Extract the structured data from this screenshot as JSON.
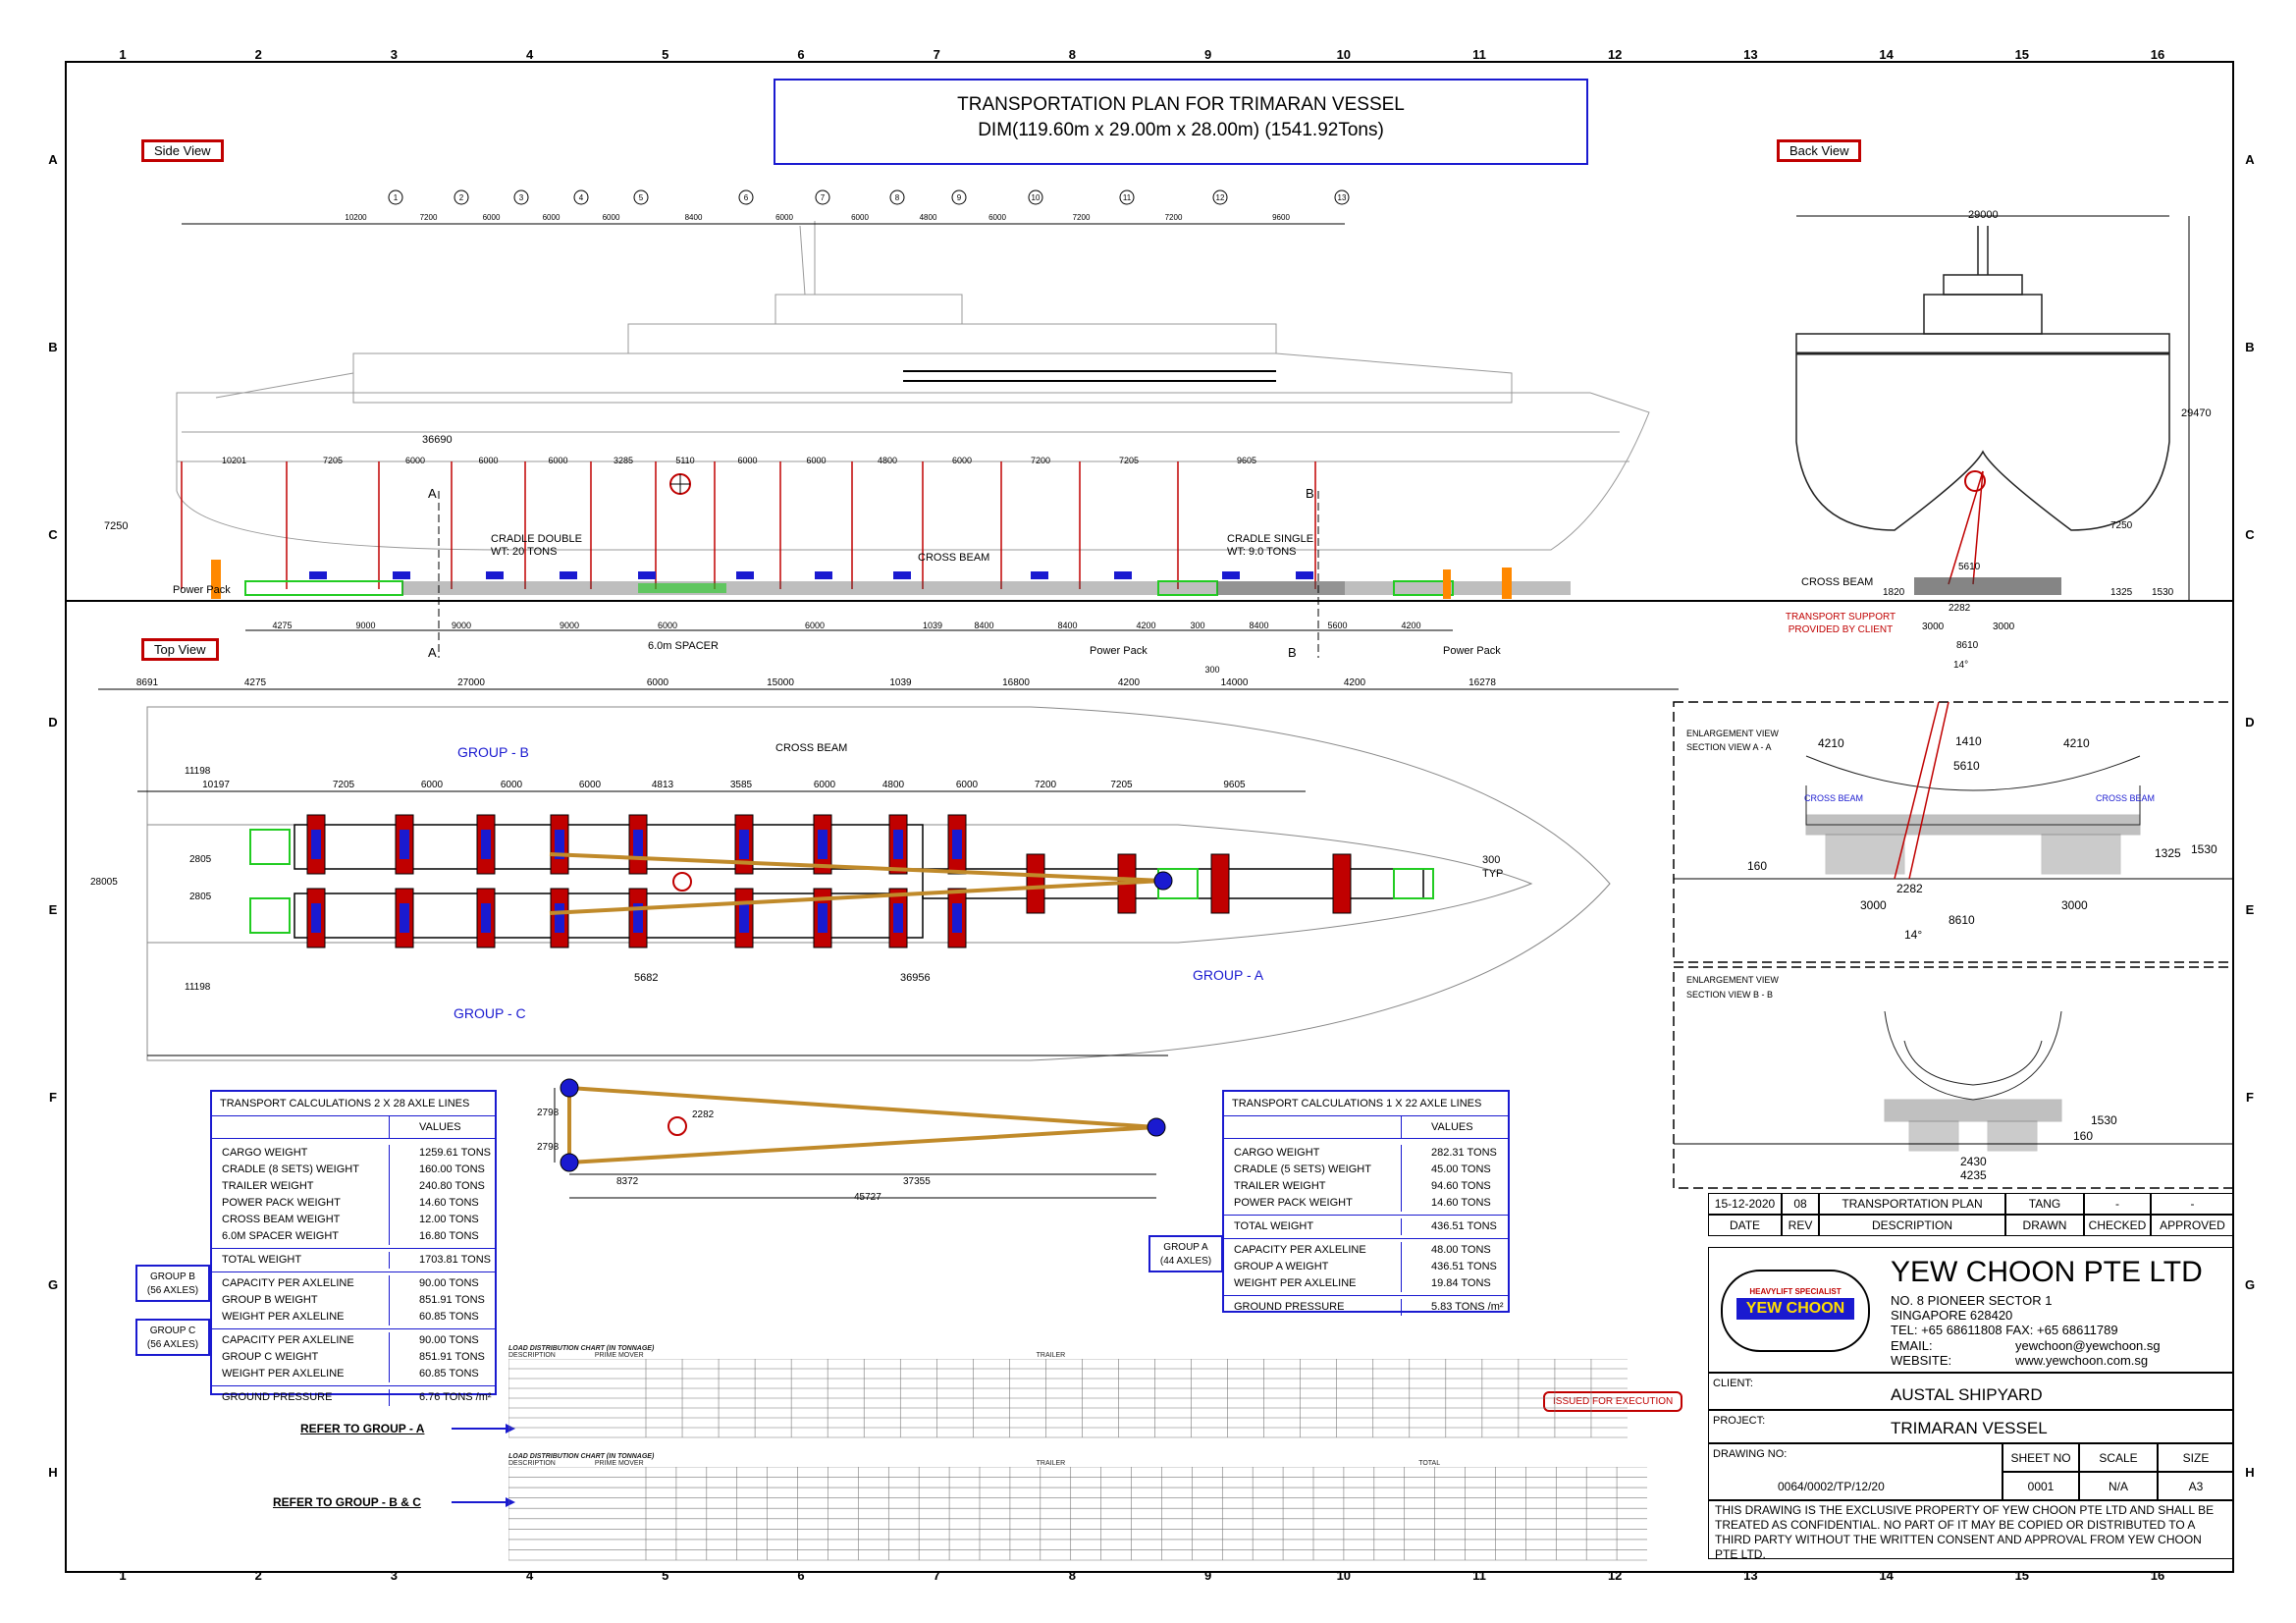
{
  "grid": {
    "numbers": [
      "1",
      "2",
      "3",
      "4",
      "5",
      "6",
      "7",
      "8",
      "9",
      "10",
      "11",
      "12",
      "13",
      "14",
      "15",
      "16"
    ],
    "letters": [
      "A",
      "B",
      "C",
      "D",
      "E",
      "F",
      "G",
      "H"
    ]
  },
  "title": {
    "line1": "TRANSPORTATION PLAN FOR TRIMARAN VESSEL",
    "line2": "DIM(119.60m x 29.00m x 28.00m) (1541.92Tons)"
  },
  "views": {
    "side": "Side View",
    "back": "Back View",
    "top": "Top View"
  },
  "side_view": {
    "frame_numbers": [
      "1",
      "2",
      "3",
      "4",
      "5",
      "6",
      "7",
      "8",
      "9",
      "10",
      "11",
      "12",
      "13"
    ],
    "frame_spacing": [
      "10200",
      "7200",
      "6000",
      "6000",
      "6000",
      "8400",
      "6000",
      "6000",
      "4800",
      "6000",
      "7200",
      "7200",
      "9600"
    ],
    "lower_dims": [
      "10201",
      "7205",
      "6000",
      "6000",
      "6000",
      "3285",
      "5110",
      "6000",
      "6000",
      "4800",
      "6000",
      "7200",
      "7205",
      "9605"
    ],
    "overall_dim": "36690",
    "height_dim": "7250",
    "labels": {
      "cradle_double": "CRADLE DOUBLE",
      "cradle_double_wt": "WT: 20 TONS",
      "cradle_single": "CRADLE SINGLE",
      "cradle_single_wt": "WT: 9.0 TONS",
      "cross_beam": "CROSS BEAM",
      "power_pack": "Power Pack",
      "spacer": "6.0m SPACER",
      "section_a": "A",
      "section_b": "B"
    },
    "bottom_dims": [
      "4275",
      "9000",
      "9000",
      "9000",
      "6000",
      "6000",
      "1039",
      "8400",
      "8400",
      "4200",
      "300",
      "8400",
      "5600",
      "4200"
    ]
  },
  "back_view": {
    "width_dim": "29000",
    "height_dim": "29470",
    "dims": [
      "5610",
      "1820",
      "2282",
      "1325",
      "1530",
      "3000",
      "3000",
      "8610",
      "14°",
      "7250"
    ],
    "cross_beam": "CROSS BEAM",
    "transport_support": "TRANSPORT SUPPORT",
    "provided_by_client": "PROVIDED BY CLIENT"
  },
  "top_view": {
    "top_dims": [
      "8691",
      "4275",
      "27000",
      "6000",
      "15000",
      "1039",
      "16800",
      "4200",
      "14000",
      "4200",
      "16278"
    ],
    "inner_dims": [
      "10197",
      "7205",
      "6000",
      "6000",
      "6000",
      "4813",
      "3585",
      "6000",
      "4800",
      "6000",
      "7200",
      "7205",
      "9605"
    ],
    "side_dims": [
      "11198",
      "28005",
      "2805",
      "2805",
      "11198"
    ],
    "bottom_dims": [
      "5682",
      "36956"
    ],
    "group_b": "GROUP - B",
    "group_a": "GROUP - A",
    "group_c": "GROUP - C",
    "cross_beam": "CROSS BEAM",
    "typ_dim": "300",
    "typ": "TYP",
    "top300": "300"
  },
  "section_a": {
    "title1": "ENLARGEMENT VIEW",
    "title2": "SECTION VIEW A - A",
    "dims": [
      "4210",
      "1410",
      "4210",
      "5610",
      "160",
      "2282",
      "1325",
      "1530",
      "3000",
      "3000",
      "8610",
      "14°"
    ],
    "cross_beam1": "CROSS BEAM",
    "cross_beam2": "CROSS BEAM"
  },
  "section_b": {
    "title1": "ENLARGEMENT VIEW",
    "title2": "SECTION VIEW B - B",
    "dims": [
      "1530",
      "160",
      "2430",
      "4235"
    ]
  },
  "triangle": {
    "dims": [
      "2798",
      "2798",
      "2282",
      "8372",
      "37355",
      "45727"
    ]
  },
  "calc_left": {
    "header": "TRANSPORT CALCULATIONS    2 X 28 AXLE LINES",
    "values_label": "VALUES",
    "rows": [
      {
        "k": "CARGO WEIGHT",
        "v": "1259.61 TONS"
      },
      {
        "k": "CRADLE (8 SETS) WEIGHT",
        "v": "160.00 TONS"
      },
      {
        "k": "TRAILER WEIGHT",
        "v": "240.80 TONS"
      },
      {
        "k": "POWER PACK WEIGHT",
        "v": "14.60 TONS"
      },
      {
        "k": "CROSS BEAM WEIGHT",
        "v": "12.00 TONS"
      },
      {
        "k": "6.0M SPACER WEIGHT",
        "v": "16.80 TONS"
      }
    ],
    "total": {
      "k": "TOTAL WEIGHT",
      "v": "1703.81 TONS"
    },
    "group_b": [
      {
        "k": "CAPACITY PER AXLELINE",
        "v": "90.00 TONS"
      },
      {
        "k": "GROUP B WEIGHT",
        "v": "851.91 TONS"
      },
      {
        "k": "WEIGHT PER AXLELINE",
        "v": "60.85 TONS"
      }
    ],
    "group_c": [
      {
        "k": "CAPACITY PER AXLELINE",
        "v": "90.00 TONS"
      },
      {
        "k": "GROUP C WEIGHT",
        "v": "851.91 TONS"
      },
      {
        "k": "WEIGHT PER AXLELINE",
        "v": "60.85 TONS"
      }
    ],
    "ground": {
      "k": "GROUND PRESSURE",
      "v": "6.76 TONS /m²"
    },
    "tag_b": [
      "GROUP B",
      "(56 AXLES)"
    ],
    "tag_c": [
      "GROUP C",
      "(56 AXLES)"
    ]
  },
  "calc_right": {
    "header": "TRANSPORT CALCULATIONS    1 X 22 AXLE LINES",
    "values_label": "VALUES",
    "rows": [
      {
        "k": "CARGO WEIGHT",
        "v": "282.31 TONS"
      },
      {
        "k": "CRADLE (5 SETS) WEIGHT",
        "v": "45.00 TONS"
      },
      {
        "k": "TRAILER WEIGHT",
        "v": "94.60 TONS"
      },
      {
        "k": "POWER PACK WEIGHT",
        "v": "14.60 TONS"
      }
    ],
    "total": {
      "k": "TOTAL WEIGHT",
      "v": "436.51 TONS"
    },
    "group_a": [
      {
        "k": "CAPACITY PER AXLELINE",
        "v": "48.00 TONS"
      },
      {
        "k": "GROUP A WEIGHT",
        "v": "436.51 TONS"
      },
      {
        "k": "WEIGHT PER AXLELINE",
        "v": "19.84 TONS"
      }
    ],
    "ground": {
      "k": "GROUND PRESSURE",
      "v": "5.83 TONS /m²"
    },
    "tag_a": [
      "GROUP A",
      "(44 AXLES)"
    ]
  },
  "refer": {
    "a": "REFER TO GROUP - A",
    "bc": "REFER TO GROUP - B & C"
  },
  "stamp": "ISSUED FOR EXECUTION",
  "dist": {
    "title1": "LOAD DISTRIBUTION CHART (IN TONNAGE)",
    "title2": "LOAD DISTRIBUTION CHART (IN TONNAGE)",
    "desc": "DESCRIPTION",
    "prime": "PRIME MOVER",
    "trailer": "TRAILER",
    "total": "TOTAL"
  },
  "titleblock": {
    "date": "15-12-2020",
    "rev": "08",
    "desc": "TRANSPORTATION PLAN",
    "drawn_by": "TANG",
    "dash1": "-",
    "dash2": "-",
    "h_date": "DATE",
    "h_rev": "REV",
    "h_desc": "DESCRIPTION",
    "h_drawn": "DRAWN",
    "h_checked": "CHECKED",
    "h_approved": "APPROVED",
    "company": "YEW CHOON PTE LTD",
    "logo_top": "HEAVYLIFT SPECIALIST",
    "logo_main": "YEW CHOON",
    "addr1": "NO.  8 PIONEER SECTOR 1",
    "addr2": "SINGAPORE 628420",
    "tel": "TEL:  +65 68611808     FAX: +65 68611789",
    "email_l": "EMAIL:",
    "email": "yewchoon@yewchoon.sg",
    "web_l": "WEBSITE:",
    "web": "www.yewchoon.com.sg",
    "client_l": "CLIENT:",
    "client": "AUSTAL SHIPYARD",
    "project_l": "PROJECT:",
    "project": "TRIMARAN VESSEL",
    "drawing_no_l": "DRAWING NO:",
    "sheet_no_l": "SHEET NO",
    "scale_l": "SCALE",
    "size_l": "SIZE",
    "drawing_no": "0064/0002/TP/12/20",
    "sheet_no": "0001",
    "scale": "N/A",
    "size": "A3",
    "notice": "THIS DRAWING IS THE EXCLUSIVE PROPERTY OF YEW CHOON PTE LTD AND SHALL BE TREATED AS CONFIDENTIAL. NO PART OF IT MAY BE COPIED OR DISTRIBUTED TO A THIRD PARTY WITHOUT THE WRITTEN CONSENT AND APPROVAL FROM YEW CHOON PTE LTD."
  },
  "colors": {
    "blue": "#1a1ad0",
    "red": "#c00000",
    "green": "#22cc22",
    "gold": "#c08a2a",
    "orange": "#ff8800"
  }
}
